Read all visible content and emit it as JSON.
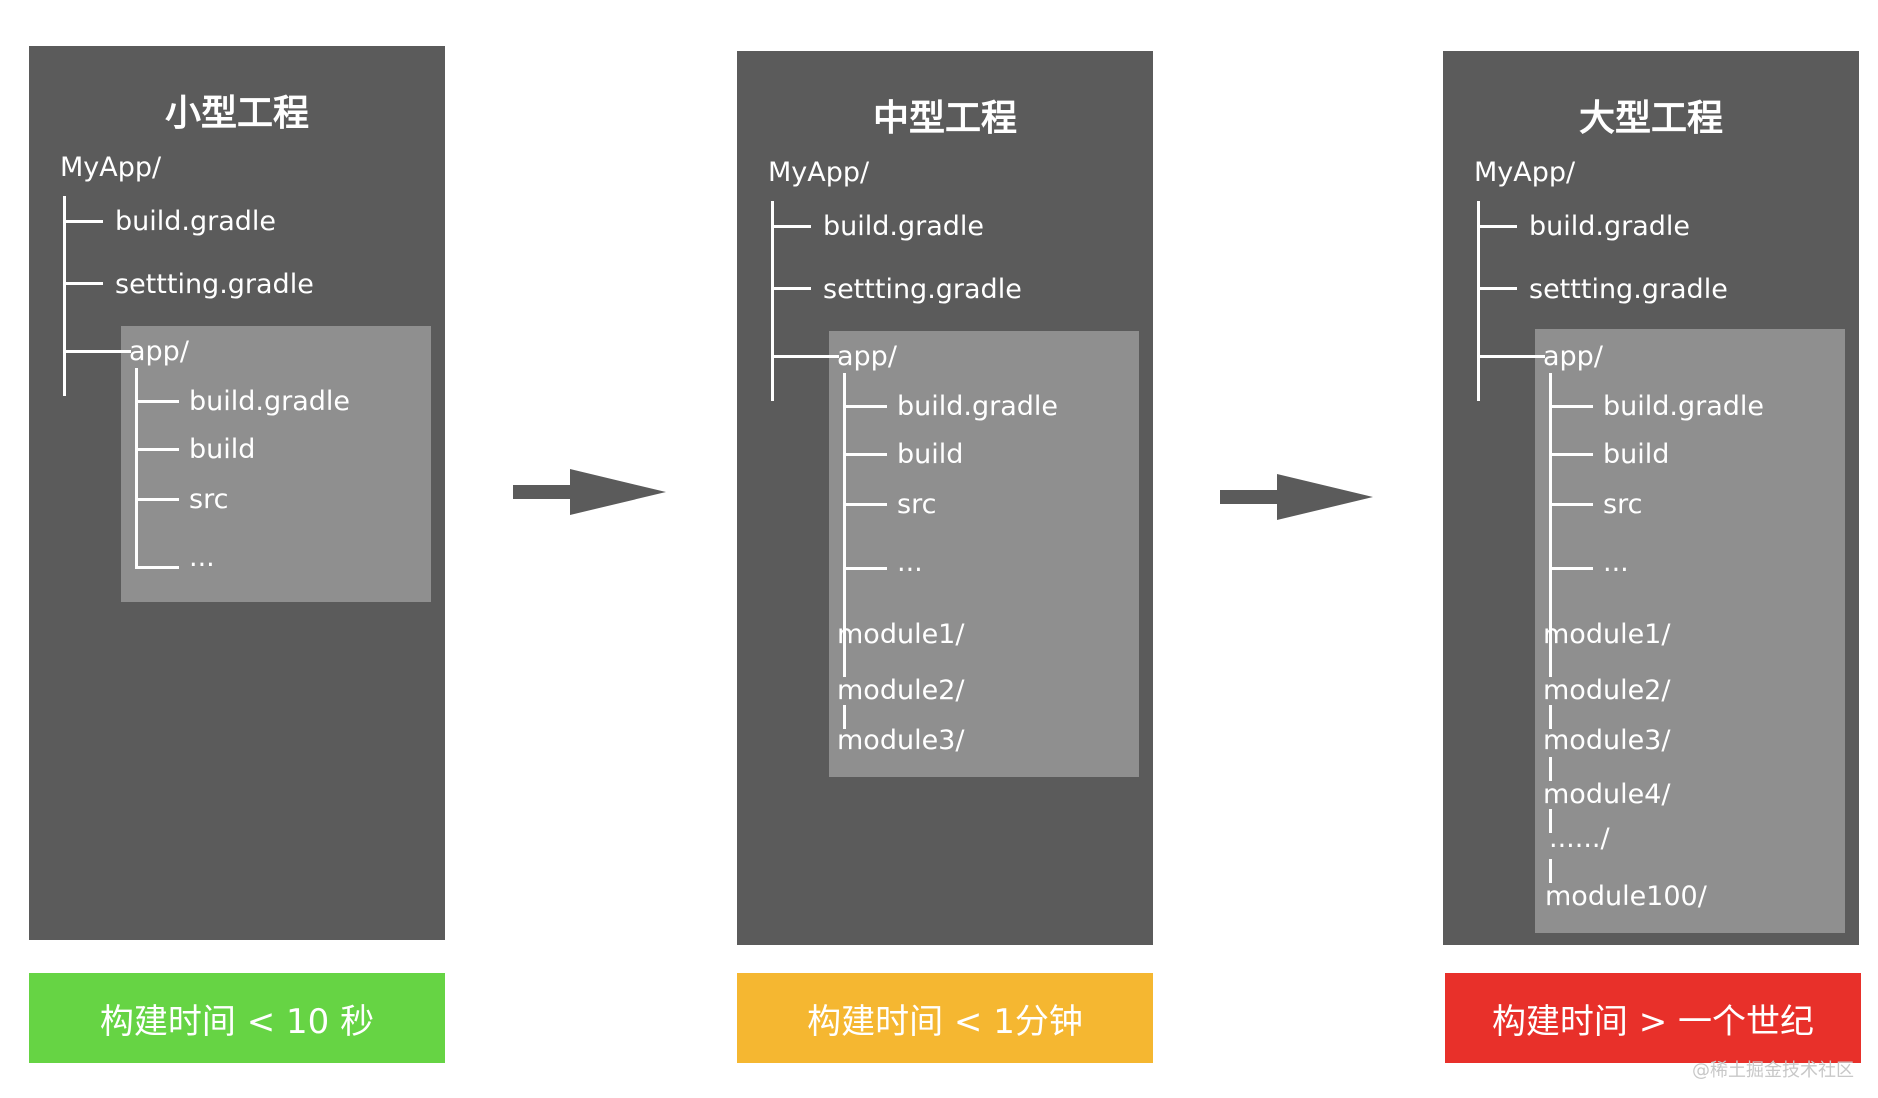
{
  "panels": [
    {
      "title": "小型工程",
      "root": "MyApp/",
      "root_files": [
        "build.gradle",
        "settting.gradle"
      ],
      "app_label": "app/",
      "app_items": [
        "build.gradle",
        "build",
        "src",
        "..."
      ]
    },
    {
      "title": "中型工程",
      "root": "MyApp/",
      "root_files": [
        "build.gradle",
        "settting.gradle"
      ],
      "app_label": "app/",
      "app_items": [
        "build.gradle",
        "build",
        "src",
        "..."
      ],
      "modules": [
        "module1/",
        "module2/",
        "module3/"
      ]
    },
    {
      "title": "大型工程",
      "root": "MyApp/",
      "root_files": [
        "build.gradle",
        "settting.gradle"
      ],
      "app_label": "app/",
      "app_items": [
        "build.gradle",
        "build",
        "src",
        "..."
      ],
      "modules": [
        "module1/",
        "module2/",
        "module3/",
        "module4/",
        "....../",
        "module100/"
      ]
    }
  ],
  "status": [
    {
      "label": "构建时间 < 10 秒",
      "color": "#66d444"
    },
    {
      "label": "构建时间 < 1分钟",
      "color": "#f5b731"
    },
    {
      "label": "构建时间 > 一个世纪",
      "color": "#e8302a"
    }
  ],
  "colors": {
    "panel": "#5b5b5b",
    "inner": "#8f8f8f",
    "arrow": "#5b5b5b"
  },
  "watermark": "@稀土掘金技术社区"
}
